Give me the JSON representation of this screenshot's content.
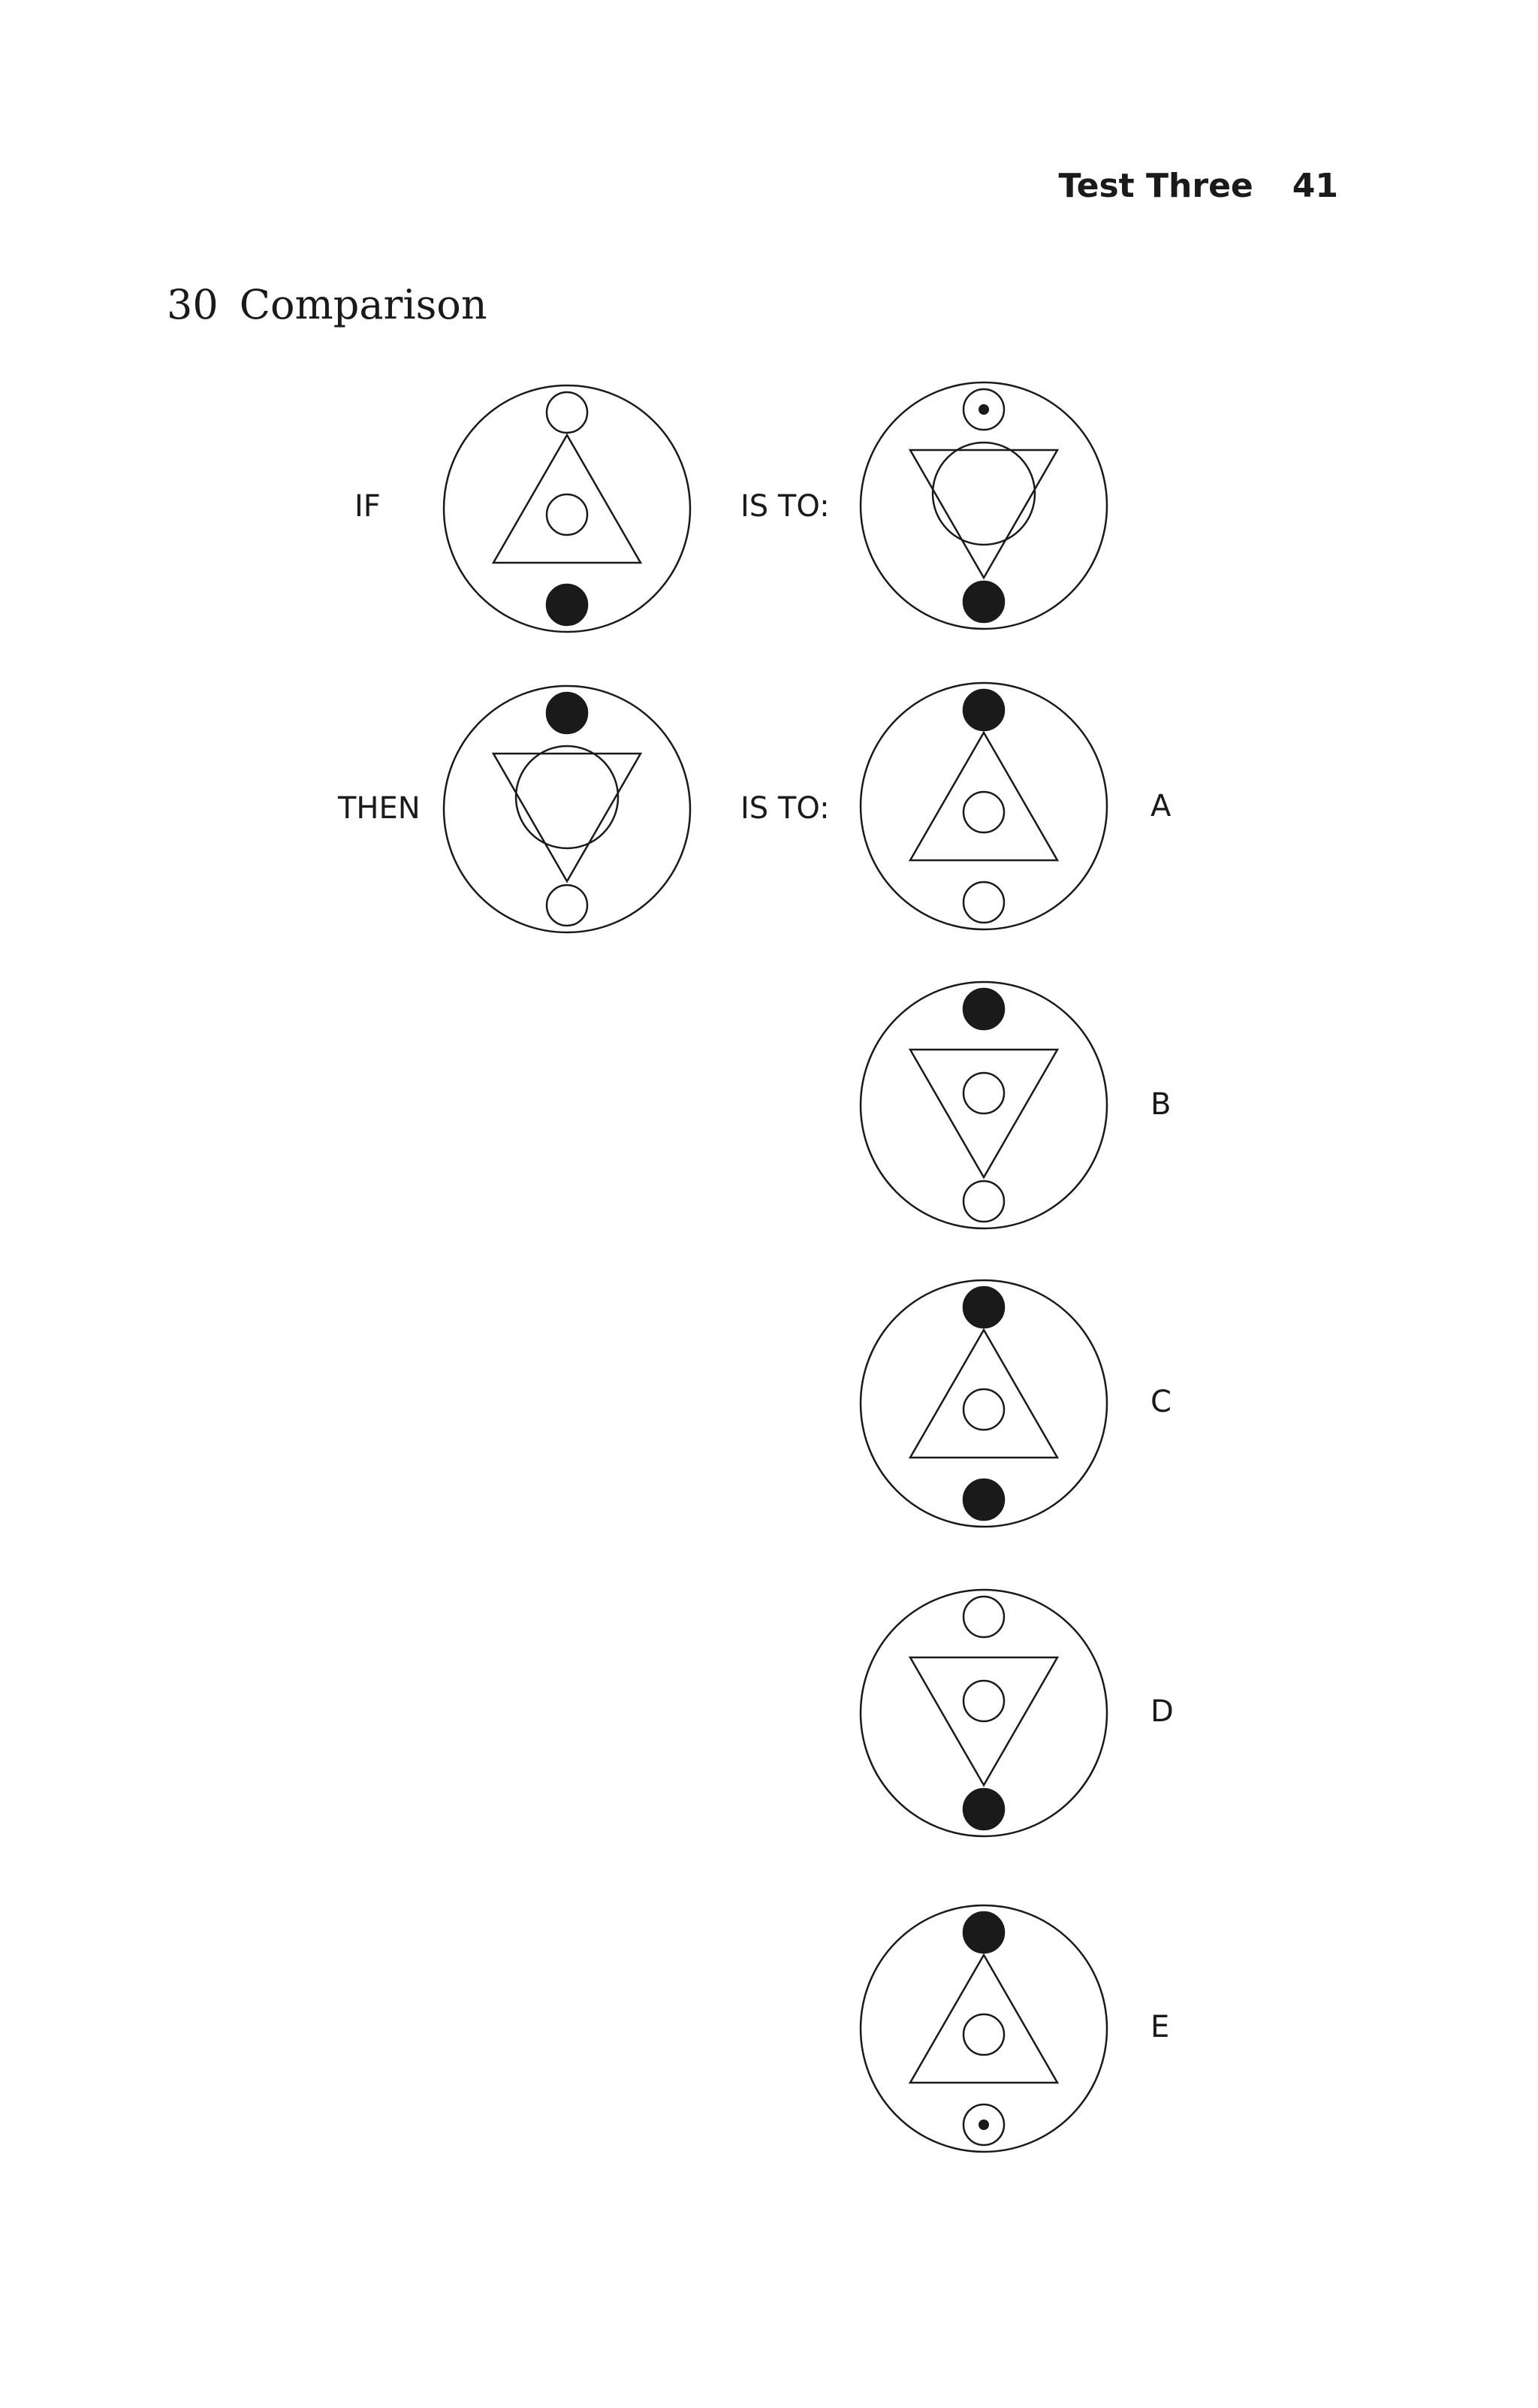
{
  "header": {
    "running_title": "Test Three",
    "page_number": "41"
  },
  "question": {
    "number": "30",
    "title": "Comparison"
  },
  "prompt": {
    "if": "IF",
    "then": "THEN",
    "is_to_1": "IS TO:",
    "is_to_2": "IS TO:"
  },
  "figures": {
    "if": {
      "triangle": "up",
      "top_dot": "open",
      "bottom_dot": "filled",
      "inner_circle": "small"
    },
    "is_to": {
      "triangle": "down",
      "top_dot": "dotted",
      "bottom_dot": "filled",
      "inner_circle": "large"
    },
    "then": {
      "triangle": "down",
      "top_dot": "filled",
      "bottom_dot": "open",
      "inner_circle": "large"
    }
  },
  "options": [
    {
      "label": "A",
      "triangle": "up",
      "top_dot": "filled",
      "bottom_dot": "open",
      "inner_circle": "small"
    },
    {
      "label": "B",
      "triangle": "down",
      "top_dot": "filled",
      "bottom_dot": "open",
      "inner_circle": "small"
    },
    {
      "label": "C",
      "triangle": "up",
      "top_dot": "filled",
      "bottom_dot": "filled",
      "inner_circle": "small"
    },
    {
      "label": "D",
      "triangle": "down",
      "top_dot": "open",
      "bottom_dot": "filled",
      "inner_circle": "small"
    },
    {
      "label": "E",
      "triangle": "up",
      "top_dot": "filled",
      "bottom_dot": "dotted",
      "inner_circle": "small"
    }
  ]
}
